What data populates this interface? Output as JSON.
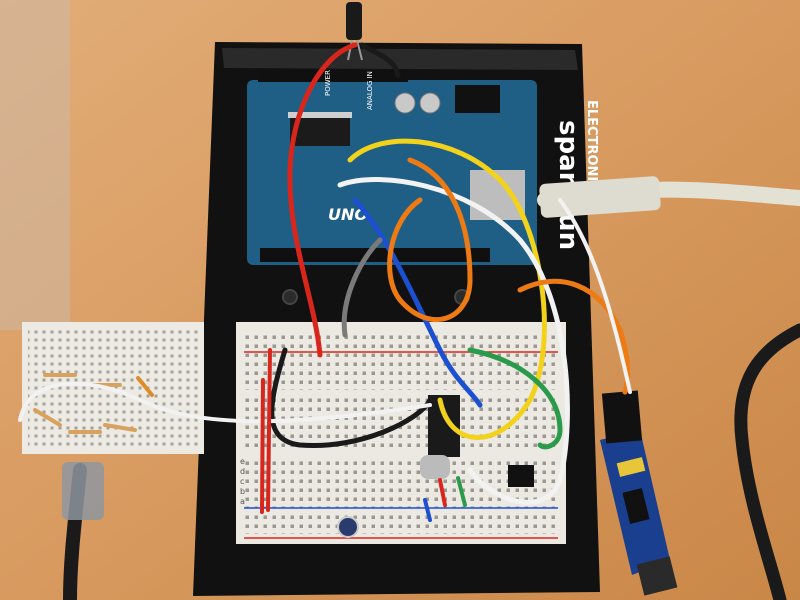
{
  "photo": {
    "board_labels": {
      "brand_top": "sparkfun",
      "brand_bottom": "ELECTRONICS",
      "arduino_model": "UNO",
      "power_header": "POWER",
      "analog_header": "ANALOG IN"
    },
    "breadboard_row_letters": [
      "a",
      "b",
      "c",
      "d",
      "e"
    ],
    "colors": {
      "desk": "#d9a06a",
      "holder": "#111111",
      "arduino_pcb": "#1f5f86",
      "breadboard": "#ebe9e2",
      "usb_cable": "#e3e0d4",
      "ftdi_pcb": "#1b3f8f",
      "wire_red": "#d9261c",
      "wire_yellow": "#f2d21b",
      "wire_blue": "#1d4fd1",
      "wire_white": "#f2f2f2",
      "wire_orange": "#ee7a14",
      "wire_black": "#1a1a1a",
      "wire_green": "#2a9a4b",
      "wire_gray": "#7a7a7a"
    }
  }
}
